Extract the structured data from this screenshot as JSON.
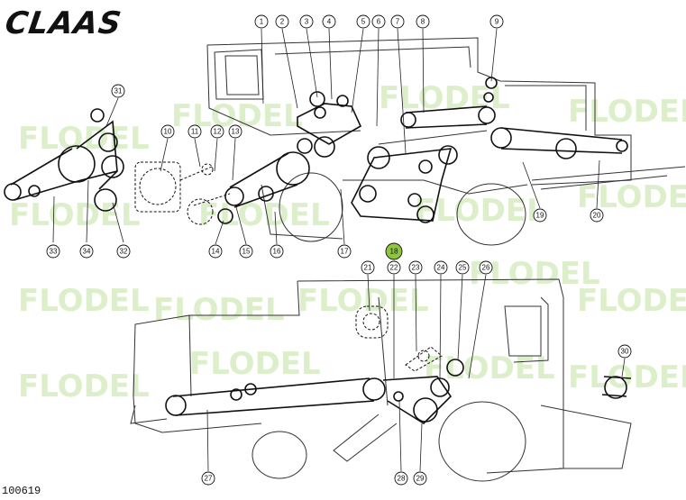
{
  "brand": {
    "logo_text": "CLAAS"
  },
  "drawing": {
    "id_label": "100619"
  },
  "watermark": {
    "text": "FLODEL",
    "color": "#9ed36a"
  },
  "accent": {
    "highlight": "#8cc63f"
  },
  "callouts": [
    {
      "label": "1"
    },
    {
      "label": "2"
    },
    {
      "label": "3"
    },
    {
      "label": "4"
    },
    {
      "label": "5"
    },
    {
      "label": "6"
    },
    {
      "label": "7"
    },
    {
      "label": "8"
    },
    {
      "label": "9"
    },
    {
      "label": "10"
    },
    {
      "label": "11"
    },
    {
      "label": "12"
    },
    {
      "label": "13"
    },
    {
      "label": "14"
    },
    {
      "label": "15"
    },
    {
      "label": "16"
    },
    {
      "label": "17"
    },
    {
      "label": "18",
      "highlighted": true
    },
    {
      "label": "19"
    },
    {
      "label": "20"
    },
    {
      "label": "21"
    },
    {
      "label": "22"
    },
    {
      "label": "23"
    },
    {
      "label": "24"
    },
    {
      "label": "25"
    },
    {
      "label": "26"
    },
    {
      "label": "27"
    },
    {
      "label": "28"
    },
    {
      "label": "29"
    },
    {
      "label": "30"
    },
    {
      "label": "31"
    },
    {
      "label": "32"
    },
    {
      "label": "33"
    },
    {
      "label": "34"
    }
  ]
}
